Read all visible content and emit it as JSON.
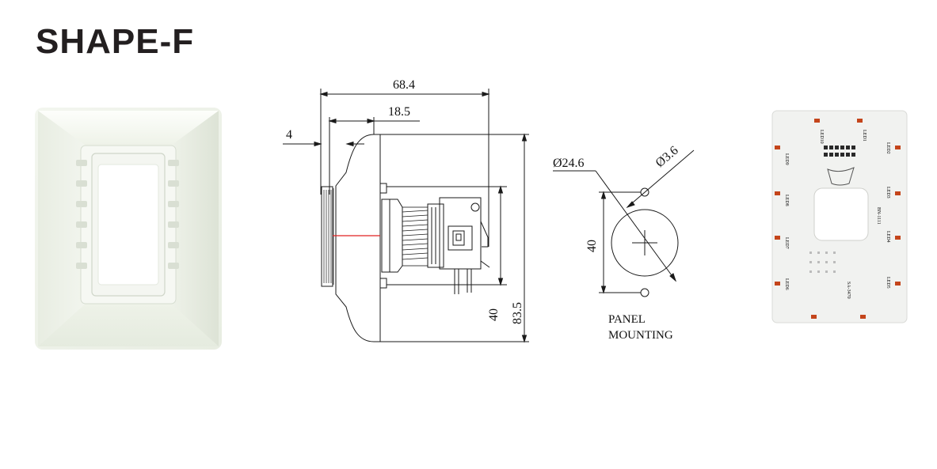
{
  "page": {
    "title": "SHAPE-F"
  },
  "side_view": {
    "dim_overall_length": "68.4",
    "dim_cap_length": "18.5",
    "dim_bezel_thickness": "4",
    "dim_body_height": "40",
    "dim_bezel_height": "83.5"
  },
  "panel_mounting": {
    "dim_hole_diameter": "Ø24.6",
    "dim_pin_diameter": "Ø3.6",
    "dim_pin_spacing": "40",
    "label_line1": "PANEL",
    "label_line2": "MOUNTING"
  },
  "pcb": {
    "led_labels": [
      "LED10",
      "LED1",
      "LED9",
      "LED2",
      "LED8",
      "LED3",
      "LED7",
      "LED4",
      "LED6",
      "LED5"
    ],
    "part_code": "BN-1111",
    "serial_text": "SA-3470"
  },
  "colors": {
    "title": "#231f20",
    "line": "#1a1a1a",
    "center_mark": "#e02020",
    "pcb_led": "#c4451b"
  }
}
